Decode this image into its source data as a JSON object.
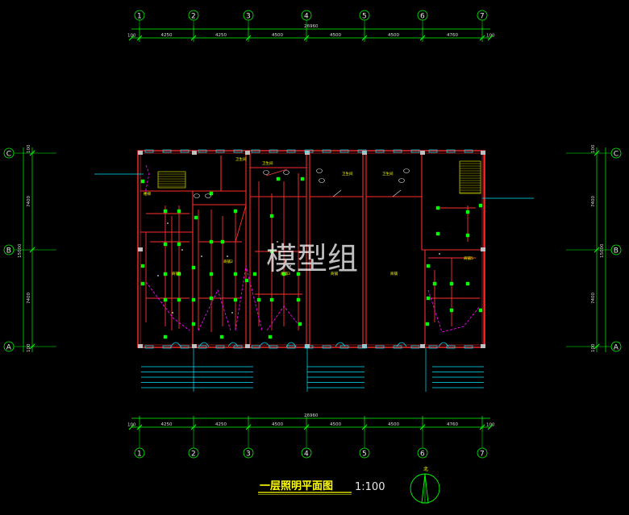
{
  "drawing": {
    "title": "一层照明平面图",
    "scale": "1:100",
    "watermark": "模型组",
    "north_label": "北"
  },
  "axes_columns": [
    "1",
    "2",
    "3",
    "4",
    "5",
    "6",
    "7"
  ],
  "axes_rows": [
    "C",
    "B",
    "A"
  ],
  "dims_horizontal": {
    "total": "26960",
    "edge_left": "100",
    "edge_right": "100",
    "spans": [
      "4250",
      "4250",
      "4500",
      "4500",
      "4500",
      "4760"
    ]
  },
  "dims_vertical": {
    "total": "15000",
    "edge_top": "100",
    "edge_bottom": "100",
    "spans": [
      "7400",
      "7400"
    ]
  },
  "rooms": [
    {
      "label": "楼梯"
    },
    {
      "label": "卫生间"
    },
    {
      "label": "卫生间"
    },
    {
      "label": "卫生间"
    },
    {
      "label": "卫生间"
    },
    {
      "label": "商铺1"
    },
    {
      "label": "商铺2"
    },
    {
      "label": "商铺3"
    },
    {
      "label": "商铺"
    },
    {
      "label": "商铺"
    },
    {
      "label": "商铺5"
    }
  ],
  "colors": {
    "background": "#000000",
    "dimension": "#00ff00",
    "wall": "#ff2a2a",
    "wall_fill": "#bfbfbf",
    "window": "#00e5ff",
    "lamp": "#00ff00",
    "wire": "#ff3030",
    "wire_dashed": "#ff00ff",
    "text_room": "#ffff00",
    "title": "#ffff00"
  }
}
